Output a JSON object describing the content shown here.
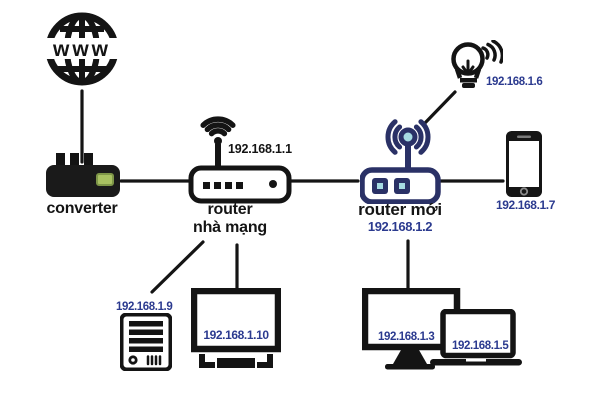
{
  "nodes": {
    "internet": {
      "label": "www"
    },
    "converter": {
      "label": "converter"
    },
    "isp_router": {
      "label_line1": "router",
      "label_line2": "nhà mạng",
      "ip": "192.168.1.1"
    },
    "new_router": {
      "label": "router mới",
      "ip": "192.168.1.2"
    },
    "smart_bulb": {
      "ip": "192.168.1.6"
    },
    "phone": {
      "ip": "192.168.1.7"
    },
    "server": {
      "ip": "192.168.1.9"
    },
    "monitor": {
      "ip": "192.168.1.10"
    },
    "desktop": {
      "ip": "192.168.1.3"
    },
    "laptop": {
      "ip": "192.168.1.5"
    }
  },
  "colors": {
    "ink": "#141414",
    "navy": "#2a3166",
    "ip_blue": "#2b3a8f",
    "led_green": "#a8c162",
    "port_teal": "#a6dbe2",
    "background": "#ffffff"
  },
  "icons": [
    "globe-www-icon",
    "converter-box-icon",
    "wifi-router-icon",
    "new-wifi-router-icon",
    "smart-bulb-icon",
    "smartphone-icon",
    "server-tower-icon",
    "monitor-icon",
    "desktop-monitor-icon",
    "laptop-icon"
  ]
}
